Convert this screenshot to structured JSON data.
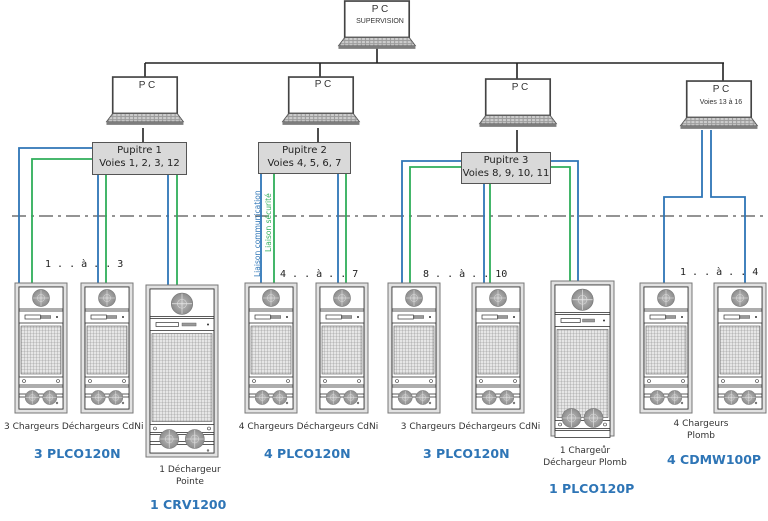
{
  "colors": {
    "communication_link": "#2e75b6",
    "safety_link": "#2fae5a",
    "network_line": "#222222",
    "model_label": "#2e75b6",
    "pupitre_fill": "#d9d9d9"
  },
  "supervision_pc": {
    "title": "P C",
    "subtitle": "SUPERVISION"
  },
  "pcs": [
    {
      "title": "P C",
      "subtitle": ""
    },
    {
      "title": "P C",
      "subtitle": ""
    },
    {
      "title": "P C",
      "subtitle": ""
    },
    {
      "title": "P C",
      "subtitle": "Voies 13 à 16"
    }
  ],
  "pupitres": [
    {
      "name": "Pupitre 1",
      "channels": "Voies 1, 2, 3, 12"
    },
    {
      "name": "Pupitre 2",
      "channels": "Voies 4, 5, 6, 7"
    },
    {
      "name": "Pupitre 3",
      "channels": "Voies 8, 9, 10, 11"
    }
  ],
  "link_legend": {
    "communication": "Liaison communication",
    "safety": "Liaison sécurité"
  },
  "ranges": [
    "1 . . à . . 3",
    "4 . . à . . 7",
    "8 . . à . . 10",
    "1 . . à . . 4"
  ],
  "groups": [
    {
      "description": "3 Chargeurs Déchargeurs  CdNi",
      "model": "3 PLCO120N"
    },
    {
      "description_line1": "1 Déchargeur",
      "description_line2": "Pointe",
      "model": "1 CRV1200"
    },
    {
      "description": "4 Chargeurs Déchargeurs  CdNi",
      "model": "4 PLCO120N"
    },
    {
      "description": "3 Chargeurs Déchargeurs  CdNi",
      "model": "3 PLCO120N"
    },
    {
      "description_line1": "1 Chargeur",
      "description_line2": "Déchargeur Plomb",
      "model": "1 PLCO120P"
    },
    {
      "description_line1": "4 Chargeurs",
      "description_line2": "Plomb",
      "model": "4 CDMW100P"
    }
  ]
}
